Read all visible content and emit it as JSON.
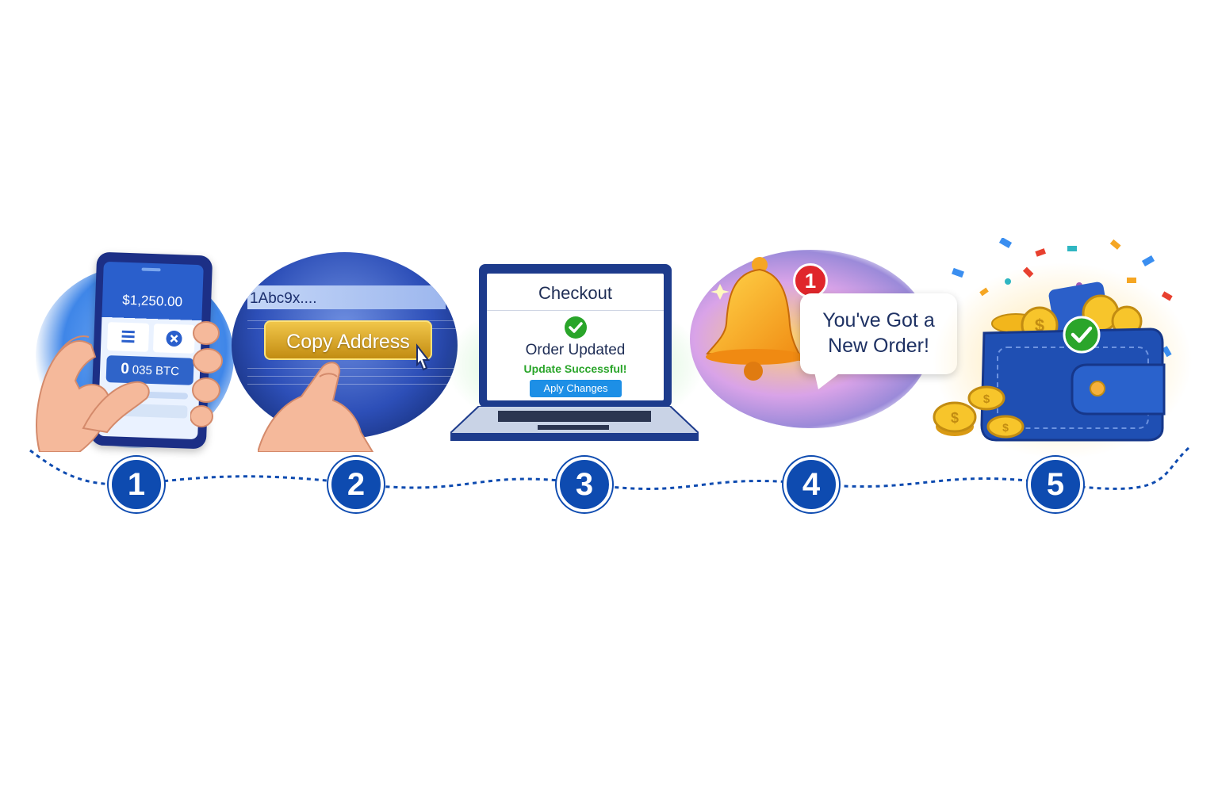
{
  "steps": [
    {
      "number": "1",
      "phone": {
        "balance": "$1,250.00",
        "btc_amount_prefix": "0",
        "btc_amount_rest": "035 BTC"
      }
    },
    {
      "number": "2",
      "address_preview": "1Abc9x....",
      "copy_button_label": "Copy Address"
    },
    {
      "number": "3",
      "checkout_title": "Checkout",
      "status_title": "Order Updated",
      "status_message": "Update Successful!",
      "apply_button_label": "Aply Changes"
    },
    {
      "number": "4",
      "badge_count": "1",
      "message_line1": "You've Got a",
      "message_line2": "New Order!"
    },
    {
      "number": "5"
    }
  ],
  "icons": {
    "step1": [
      "phone-icon",
      "hand-icon",
      "list-icon",
      "bitcoin-icon"
    ],
    "step2": [
      "hand-icon",
      "cursor-icon"
    ],
    "step3": [
      "laptop-icon",
      "check-icon"
    ],
    "step4": [
      "bell-icon",
      "speech-bubble-icon"
    ],
    "step5": [
      "wallet-icon",
      "coin-icon",
      "check-icon",
      "confetti-icon"
    ]
  },
  "colors": {
    "primary_blue": "#0e4bb0",
    "gold_button": "#d9a526",
    "success_green": "#2aa52a",
    "alert_red": "#e0262b",
    "apply_blue": "#1d8fe6"
  }
}
